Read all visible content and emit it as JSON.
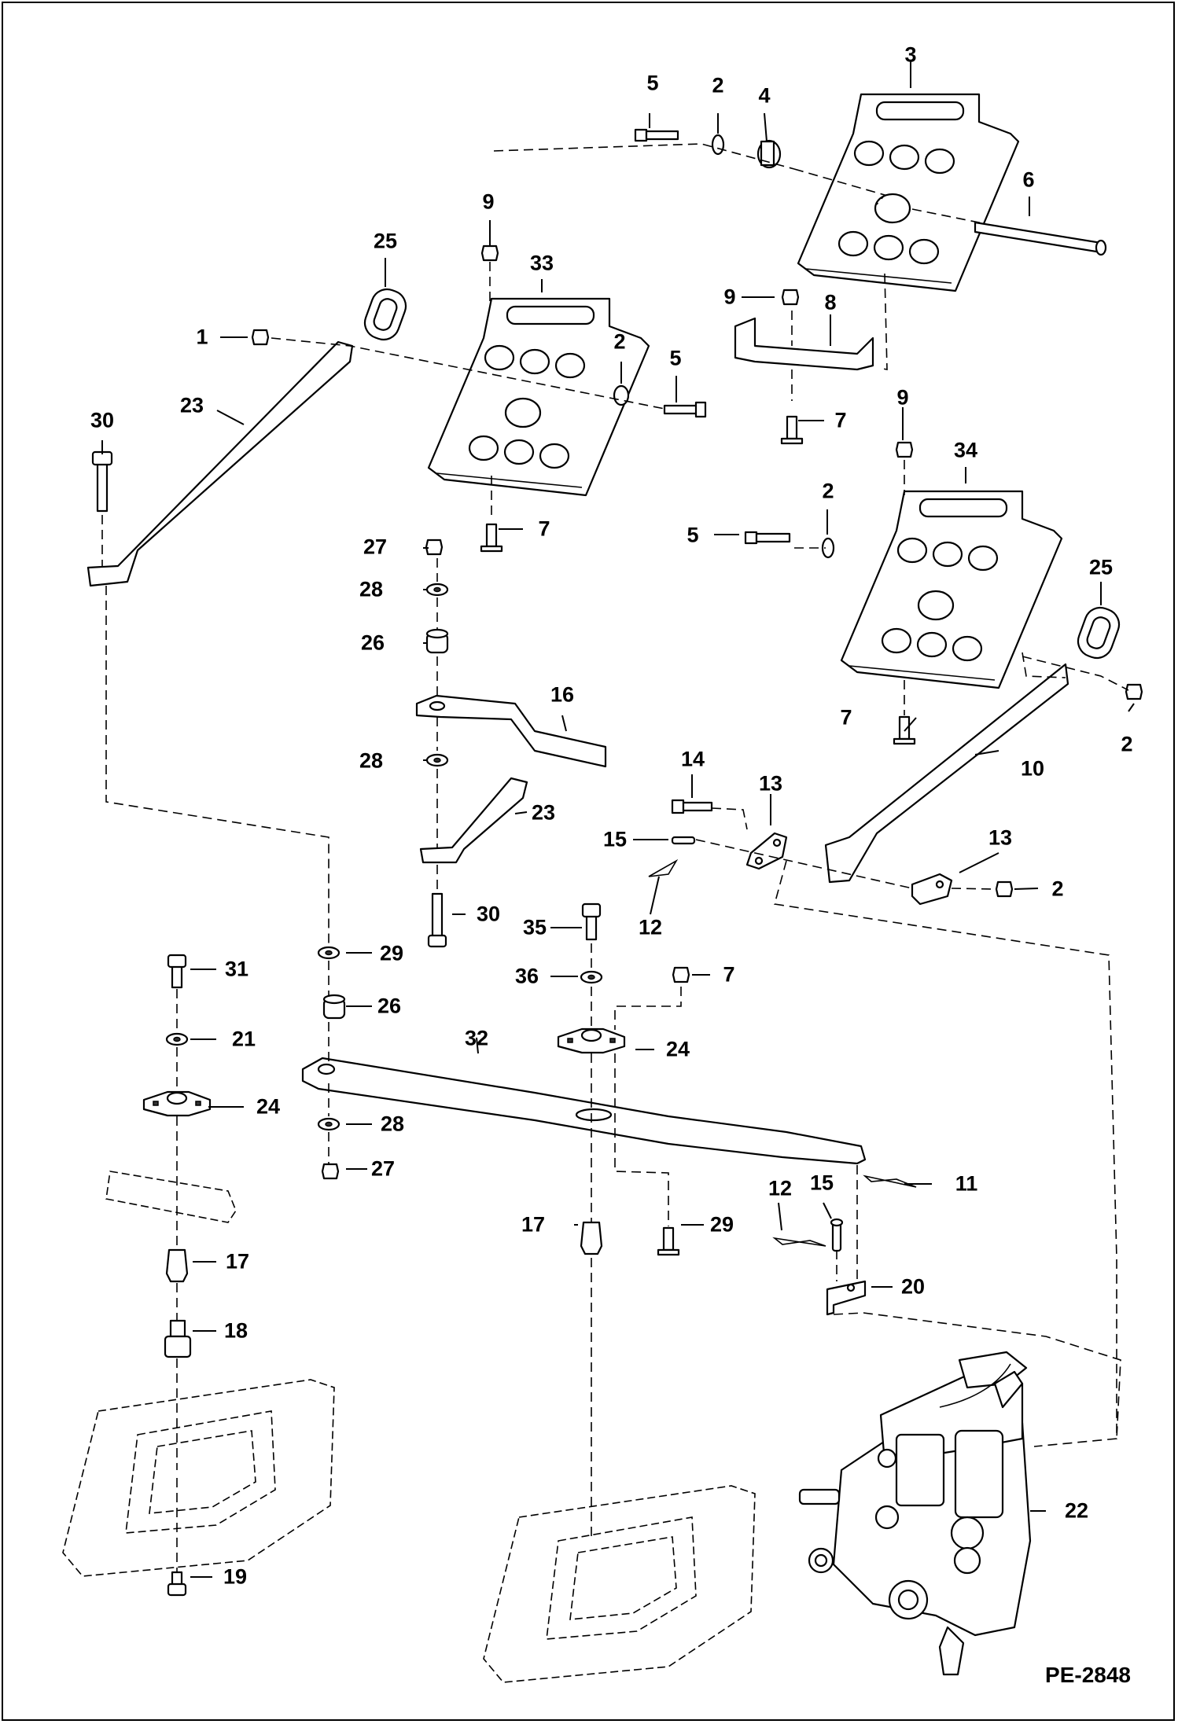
{
  "drawing_code": "PE-2848",
  "callouts": [
    {
      "id": "c1",
      "text": "1"
    },
    {
      "id": "c2a",
      "text": "2"
    },
    {
      "id": "c2b",
      "text": "2"
    },
    {
      "id": "c2c",
      "text": "2"
    },
    {
      "id": "c2d",
      "text": "2"
    },
    {
      "id": "c2e",
      "text": "2"
    },
    {
      "id": "c3",
      "text": "3"
    },
    {
      "id": "c4",
      "text": "4"
    },
    {
      "id": "c5a",
      "text": "5"
    },
    {
      "id": "c5b",
      "text": "5"
    },
    {
      "id": "c5c",
      "text": "5"
    },
    {
      "id": "c6",
      "text": "6"
    },
    {
      "id": "c7a",
      "text": "7"
    },
    {
      "id": "c7b",
      "text": "7"
    },
    {
      "id": "c7c",
      "text": "7"
    },
    {
      "id": "c7d",
      "text": "7"
    },
    {
      "id": "c8",
      "text": "8"
    },
    {
      "id": "c9a",
      "text": "9"
    },
    {
      "id": "c9b",
      "text": "9"
    },
    {
      "id": "c9c",
      "text": "9"
    },
    {
      "id": "c10",
      "text": "10"
    },
    {
      "id": "c11",
      "text": "11"
    },
    {
      "id": "c12a",
      "text": "12"
    },
    {
      "id": "c12b",
      "text": "12"
    },
    {
      "id": "c13a",
      "text": "13"
    },
    {
      "id": "c13b",
      "text": "13"
    },
    {
      "id": "c14",
      "text": "14"
    },
    {
      "id": "c15a",
      "text": "15"
    },
    {
      "id": "c15b",
      "text": "15"
    },
    {
      "id": "c16",
      "text": "16"
    },
    {
      "id": "c17a",
      "text": "17"
    },
    {
      "id": "c17b",
      "text": "17"
    },
    {
      "id": "c18",
      "text": "18"
    },
    {
      "id": "c19",
      "text": "19"
    },
    {
      "id": "c20",
      "text": "20"
    },
    {
      "id": "c21",
      "text": "21"
    },
    {
      "id": "c22",
      "text": "22"
    },
    {
      "id": "c23a",
      "text": "23"
    },
    {
      "id": "c23b",
      "text": "23"
    },
    {
      "id": "c24a",
      "text": "24"
    },
    {
      "id": "c24b",
      "text": "24"
    },
    {
      "id": "c25a",
      "text": "25"
    },
    {
      "id": "c25b",
      "text": "25"
    },
    {
      "id": "c26a",
      "text": "26"
    },
    {
      "id": "c26b",
      "text": "26"
    },
    {
      "id": "c27a",
      "text": "27"
    },
    {
      "id": "c27b",
      "text": "27"
    },
    {
      "id": "c28a",
      "text": "28"
    },
    {
      "id": "c28b",
      "text": "28"
    },
    {
      "id": "c28c",
      "text": "28"
    },
    {
      "id": "c29a",
      "text": "29"
    },
    {
      "id": "c29b",
      "text": "29"
    },
    {
      "id": "c30a",
      "text": "30"
    },
    {
      "id": "c30b",
      "text": "30"
    },
    {
      "id": "c31",
      "text": "31"
    },
    {
      "id": "c32",
      "text": "32"
    },
    {
      "id": "c33",
      "text": "33"
    },
    {
      "id": "c34",
      "text": "34"
    },
    {
      "id": "c35",
      "text": "35"
    },
    {
      "id": "c36",
      "text": "36"
    }
  ]
}
